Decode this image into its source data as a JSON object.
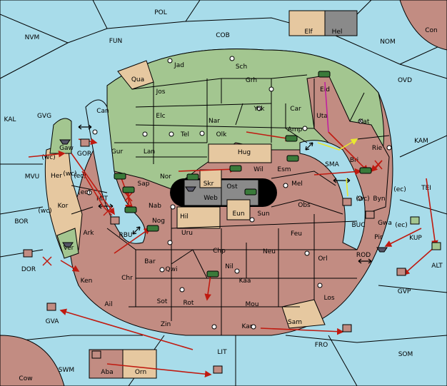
{
  "palette": {
    "sea": "#a8dcea",
    "green": "#a3c690",
    "red": "#c28c82",
    "tan": "#e6c8a0",
    "grey": "#8a8a8a",
    "order": "#c01a10",
    "support": "#e8e830",
    "convoy": "#c020a0"
  },
  "labels": {
    "POL": "POL",
    "NVM": "NVM",
    "FUN": "FUN",
    "COB": "COB",
    "Elf": "Elf",
    "Hel": "Hel",
    "Con": "Con",
    "NOM": "NOM",
    "OVD": "OVD",
    "KAL": "KAL",
    "GVG": "GVG",
    "KAM": "KAM",
    "MVU": "MVU",
    "BOR": "BOR",
    "DOR": "DOR",
    "GVA": "GVA",
    "SWM": "SWM",
    "LIT": "LIT",
    "SOM": "SOM",
    "FRO": "FRO",
    "GVP": "GVP",
    "ALT": "ALT",
    "KUP": "KUP",
    "TEI": "TEI",
    "BUC": "BUC",
    "ROD": "ROD",
    "SMA": "SMA",
    "Cow": "Cow",
    "Aba": "Aba",
    "Orn": "Orn",
    "Jad": "Jad",
    "Sch": "Sch",
    "Qua": "Qua",
    "Jos": "Jos",
    "Grh": "Grh",
    "Can": "Can",
    "Elc": "Elc",
    "Yok": "Yok",
    "Car": "Car",
    "Nar": "Nar",
    "Eld": "Eld",
    "Uta": "Uta",
    "Tel": "Tel",
    "Olk": "Olk",
    "Amp": "Amp",
    "Kat": "Kat",
    "GOR": "GOR",
    "Gur": "Gur",
    "Lan": "Lan",
    "Hug": "Hug",
    "Rie": "Rie",
    "Gaw": "Gaw",
    "Bri": "Bri",
    "Wil": "Wil",
    "Esm": "Esm",
    "Nor": "Nor",
    "Skr": "Skr",
    "Ost": "Ost",
    "Her": "Her",
    "Sap": "Sap",
    "Web": "Web",
    "Mel": "Mel",
    "Byn": "Byn",
    "Kor": "Kor",
    "MIT": "MIT",
    "Nab": "Nab",
    "Eun": "Eun",
    "Sun": "Sun",
    "Obs": "Obs",
    "Hil": "Hil",
    "Gwa": "Gwa",
    "Nog": "Nog",
    "Ark": "Ark",
    "RBU": "RBU",
    "Uru": "Uru",
    "Feu": "Feu",
    "Pir": "Pir",
    "Ver": "Ver",
    "Chp": "Chp",
    "Neu": "Neu",
    "Bar": "Bar",
    "Qwi": "Qwi",
    "Nil": "Nil",
    "Orl": "Orl",
    "Ken": "Ken",
    "Chr": "Chr",
    "Kaa": "Kaa",
    "Ail": "Ail",
    "Sot": "Sot",
    "Rot": "Rot",
    "Mou": "Mou",
    "Los": "Los",
    "Zin": "Zin",
    "Kar": "Kar",
    "Sam": "Sam"
  },
  "coast_marks": {
    "wc1": "(wc)",
    "ec1": "(ec)",
    "ec2": "(ec)",
    "wc2": "(wc)",
    "wc3": "(wc)",
    "ec3": "(ec)",
    "ec4": "(ec)",
    "wc4": "(wc)",
    "ec5": "(ec)"
  },
  "units": [
    {
      "kind": "army",
      "at": "Eld"
    },
    {
      "kind": "army",
      "at": "Amp"
    },
    {
      "kind": "army",
      "at": "Wil"
    },
    {
      "kind": "army",
      "at": "Esm"
    },
    {
      "kind": "army",
      "at": "Bri"
    },
    {
      "kind": "army",
      "at": "Sap"
    },
    {
      "kind": "army",
      "at": "Nor"
    },
    {
      "kind": "army",
      "at": "Ost"
    },
    {
      "kind": "army",
      "at": "MIT"
    },
    {
      "kind": "army",
      "at": "Nab"
    },
    {
      "kind": "army",
      "at": "Nog"
    },
    {
      "kind": "army",
      "at": "Nil"
    },
    {
      "kind": "fleet",
      "at": "GOR"
    },
    {
      "kind": "fleet",
      "at": "Web"
    },
    {
      "kind": "fleet",
      "at": "Pir"
    },
    {
      "kind": "fleet",
      "at": "Ver"
    }
  ]
}
